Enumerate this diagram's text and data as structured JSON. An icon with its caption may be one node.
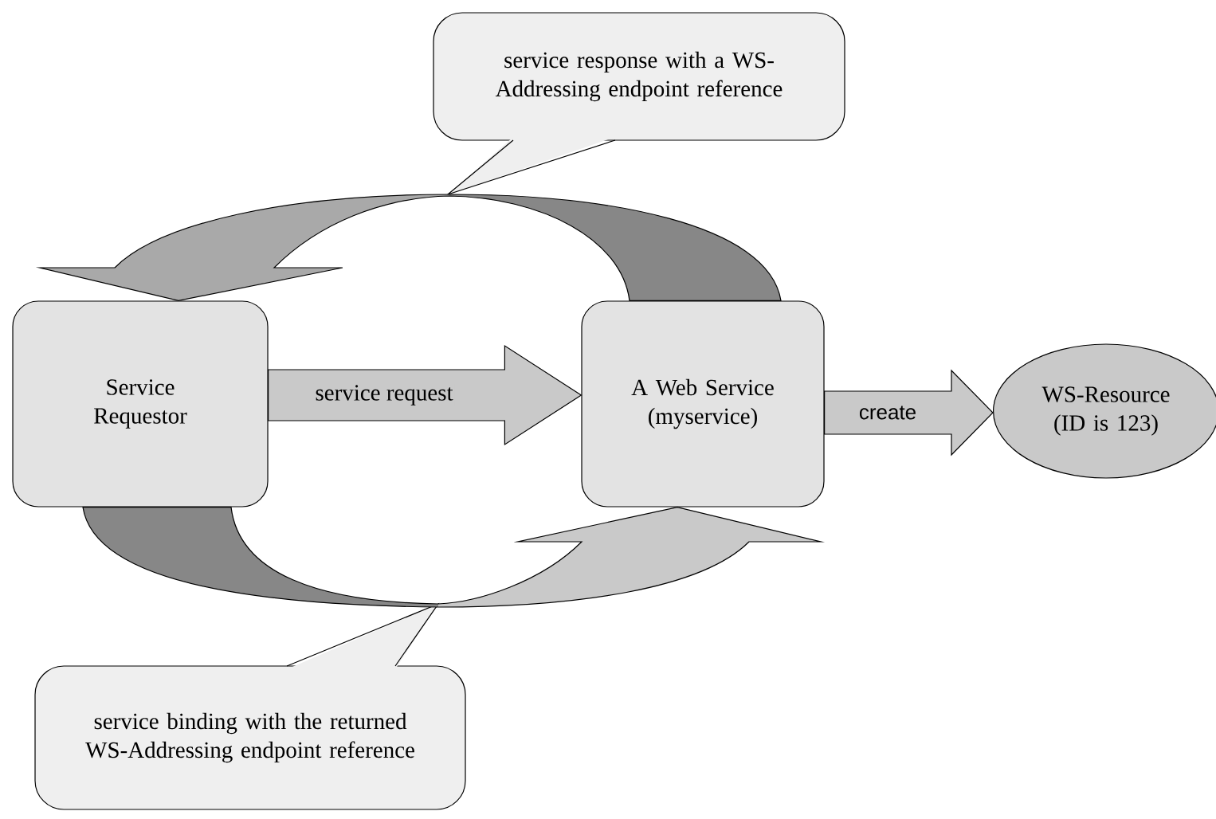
{
  "diagram": {
    "nodes": [
      {
        "text": [
          "service response with a WS-Addressing endpoint reference"
        ]
      },
      {
        "text": [
          "Service Requestor"
        ]
      },
      {
        "text": [
          "A Web Service (myservice)"
        ]
      },
      {
        "text": [
          "WS-Resource (ID is 123)"
        ]
      },
      {
        "text": [
          "service binding with the returned WS-Addressing endpoint reference"
        ]
      }
    ],
    "edges": [
      {
        "from": 1,
        "to": 2,
        "arrow": "to",
        "label": "service request"
      },
      {
        "from": 2,
        "to": 3,
        "arrow": "to",
        "label": "create"
      },
      {
        "from": 2,
        "to": 1,
        "arrow": "to"
      },
      {
        "from": 1,
        "to": 2,
        "arrow": "to"
      }
    ]
  }
}
